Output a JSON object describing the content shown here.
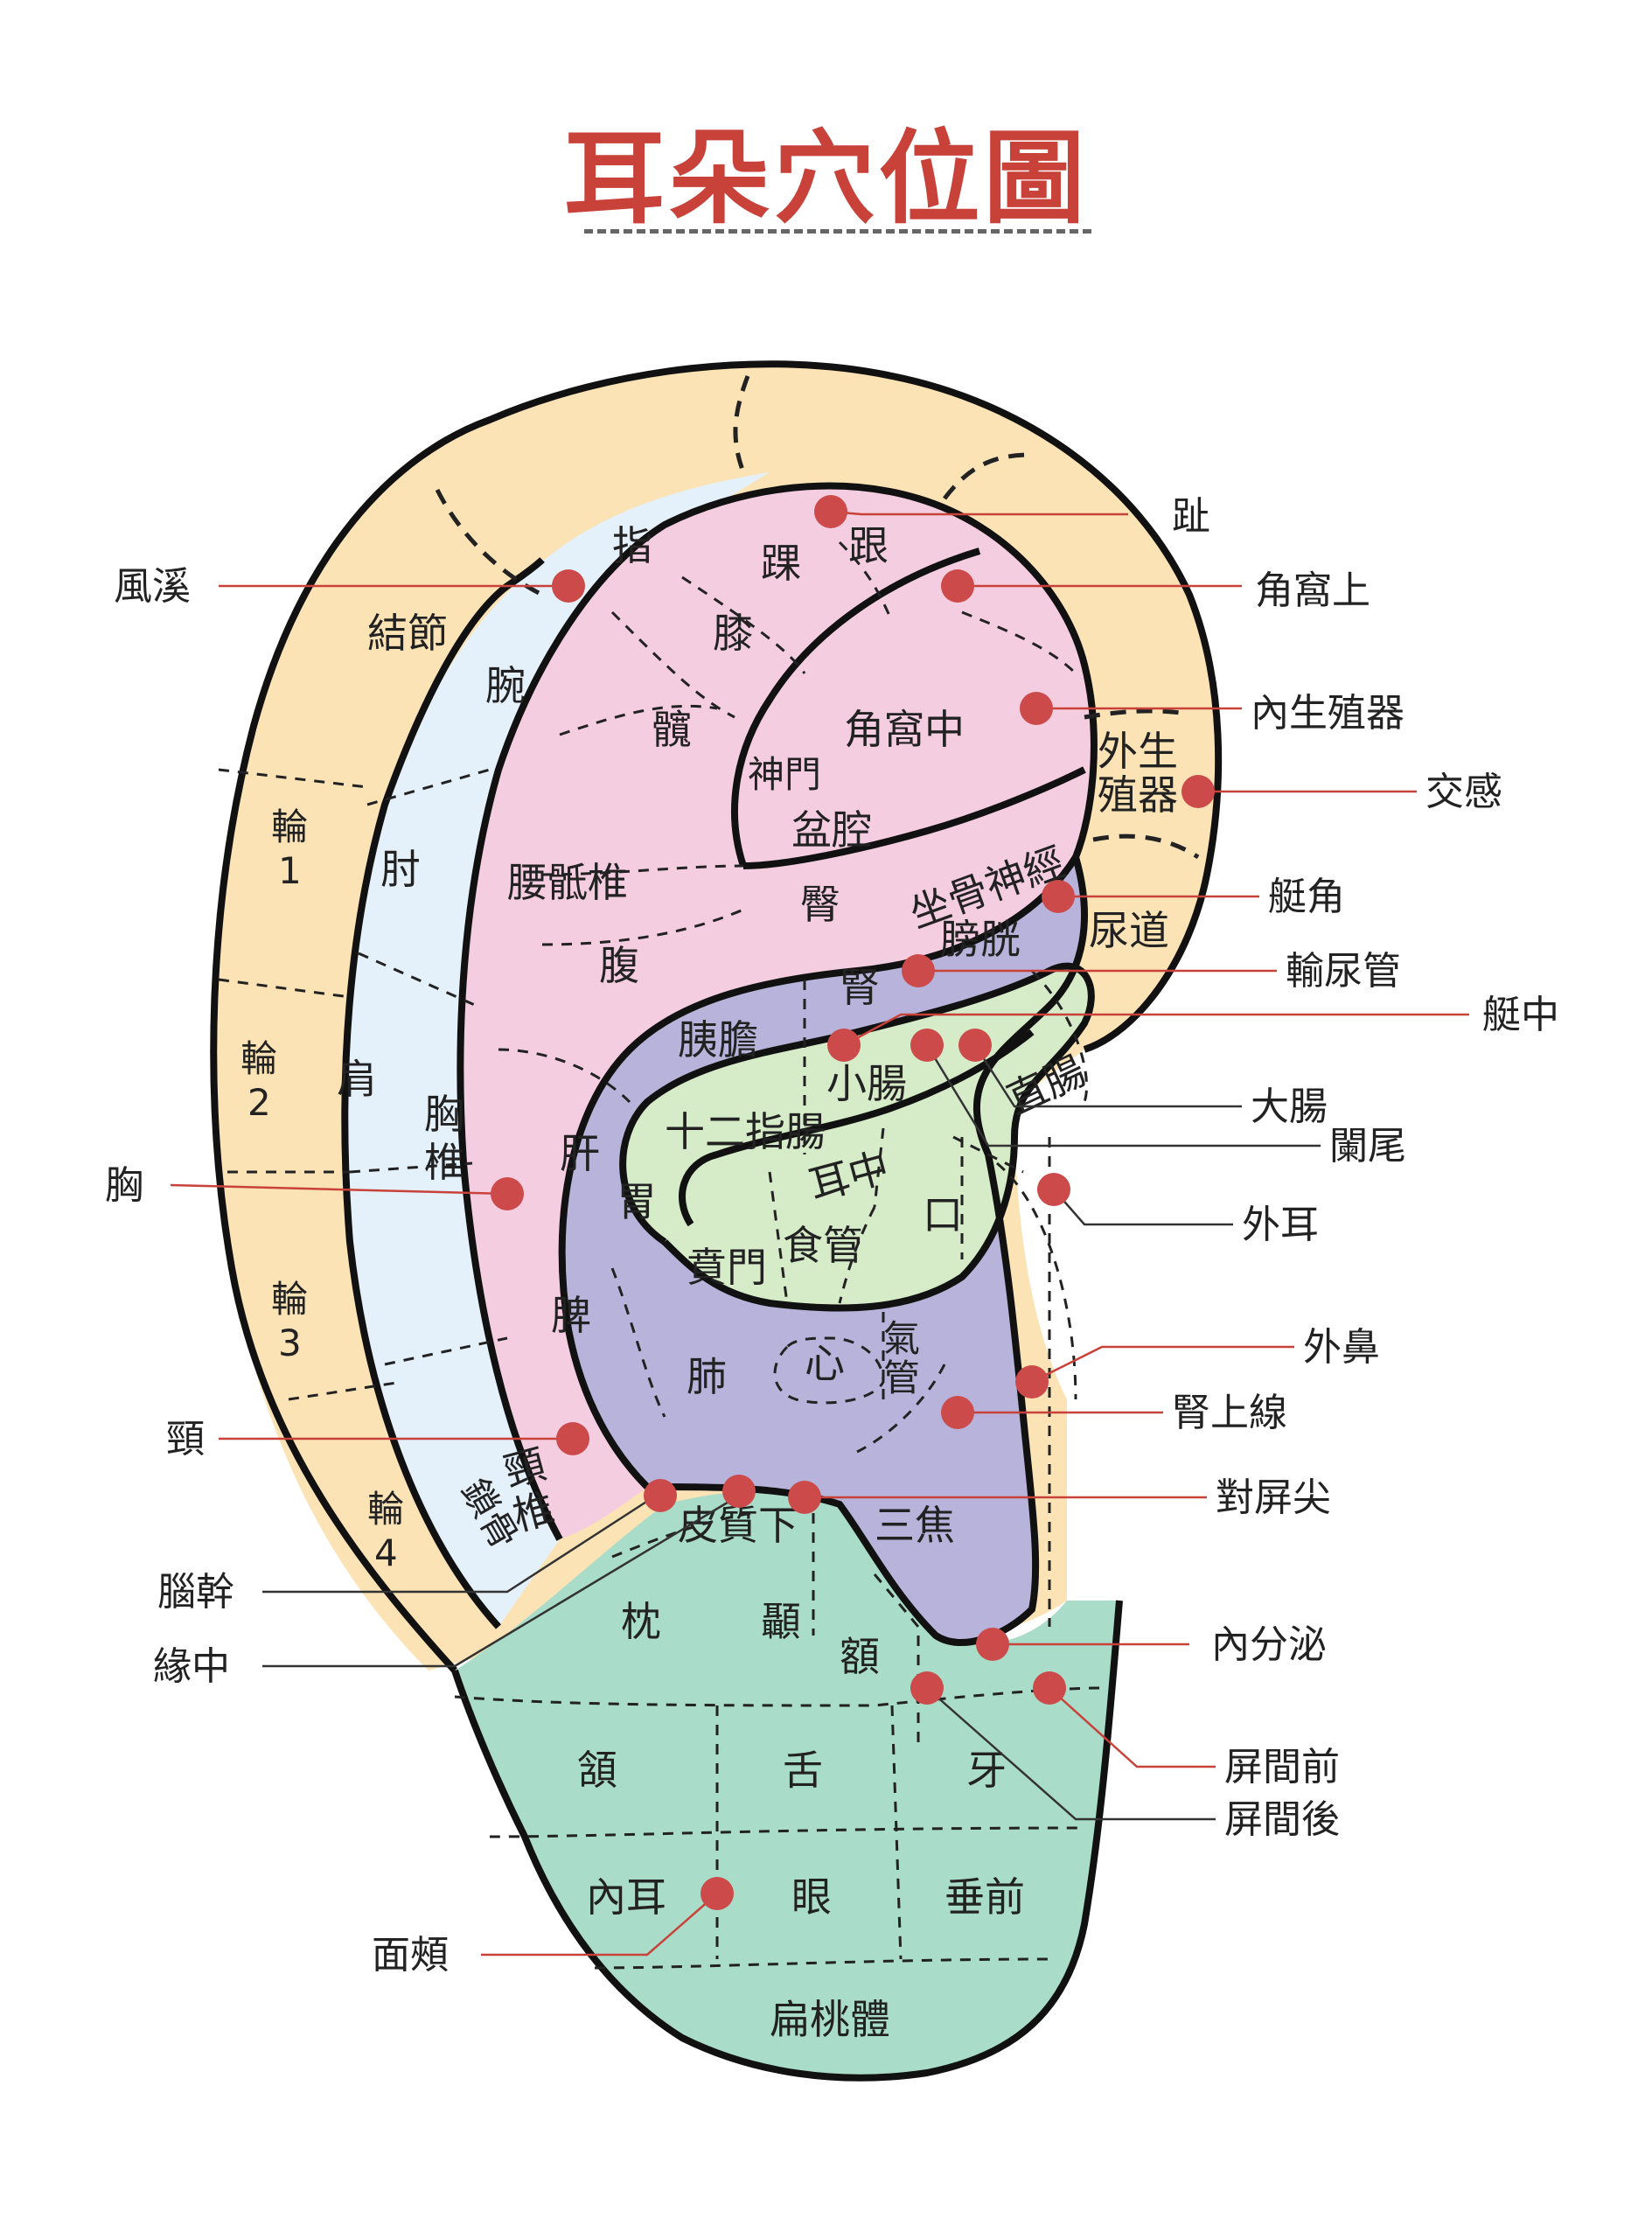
{
  "title": "耳朵穴位圖",
  "colors": {
    "title": "#c8423a",
    "helix": "#fbe3b6",
    "scapha": "#e4f0fa",
    "antihelix": "#f5cde0",
    "concha": "#b7b3da",
    "inner_concha": "#d6ebc8",
    "lobe": "#a9dcc9",
    "point": "#cc4a4a"
  },
  "regions": {
    "zhi_scapha": "指",
    "jiejie": "結節",
    "wan": "腕",
    "zhou": "肘",
    "jian": "肩",
    "suogu": "鎖骨",
    "lun1_a": "輪",
    "lun1_b": "1",
    "lun2_a": "輪",
    "lun2_b": "2",
    "lun3_a": "輪",
    "lun3_b": "3",
    "lun4_a": "輪",
    "lun4_b": "4",
    "gen": "跟",
    "huai": "踝",
    "xi": "膝",
    "kuan": "髖",
    "shenmen": "神門",
    "jiaowozhong": "角窩中",
    "penqiang": "盆腔",
    "waishengzhiqi_a": "外生",
    "waishengzhiqi_b": "殖器",
    "yaodizhui": "腰骶椎",
    "zuogushenjing": "坐骨神經",
    "tun": "臀",
    "niaodao": "尿道",
    "pangguang": "膀胱",
    "fu": "腹",
    "shen": "腎",
    "yidan": "胰膽",
    "xiongzhui_a": "胸",
    "xiongzhui_b": "椎",
    "xiaochang": "小腸",
    "zhichang": "直腸",
    "gan": "肝",
    "shierzhichang": "十二指腸",
    "erzhong": "耳中",
    "wei": "胃",
    "kou": "口",
    "benmen": "賁門",
    "shiguan": "食管",
    "pi": "脾",
    "fei": "肺",
    "xin": "心",
    "qiguan_a": "氣",
    "qiguan_b": "管",
    "jingzhui_a": "頸",
    "jingzhui_b": "椎",
    "pizhixia": "皮質下",
    "sanjiao": "三焦",
    "zhen": "枕",
    "nie": "顳",
    "e": "額",
    "he": "頷",
    "she": "舌",
    "ya": "牙",
    "neier": "內耳",
    "yan": "眼",
    "chuiqian": "垂前",
    "biantaoti": "扁桃體"
  },
  "callouts": {
    "zhi": "趾",
    "jiaowoshang": "角窩上",
    "neishengzhiqi": "內生殖器",
    "jiaogan": "交感",
    "tingjiao": "艇角",
    "shuniaoguan": "輸尿管",
    "tingzhong": "艇中",
    "dachang": "大腸",
    "lanwei": "闌尾",
    "waier": "外耳",
    "waibi": "外鼻",
    "shenshangxian": "腎上線",
    "duipingjian": "對屏尖",
    "neifenmi": "內分泌",
    "pingjianqian": "屏間前",
    "pingjianhou": "屏間後",
    "mianjia": "面頰",
    "fengxi": "風溪",
    "xiong": "胸",
    "jing": "頸",
    "naogan": "腦幹",
    "yuanzhong": "緣中"
  }
}
